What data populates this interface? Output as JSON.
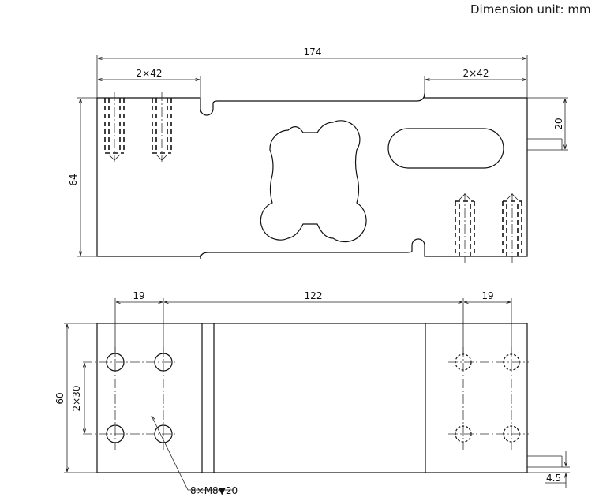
{
  "header": {
    "unit_note": "Dimension unit: mm"
  },
  "top_view": {
    "dim_total_length": "174",
    "dim_left_holes": "2×42",
    "dim_right_holes": "2×42",
    "dim_height": "64",
    "dim_cable_offset": "20"
  },
  "bottom_view": {
    "dim_left_pitch": "19",
    "dim_center_span": "122",
    "dim_right_pitch": "19",
    "dim_width": "60",
    "dim_hole_spacing": "2×30",
    "thread_callout": "8×M8▼20",
    "dim_cable_offset": "4.5"
  }
}
